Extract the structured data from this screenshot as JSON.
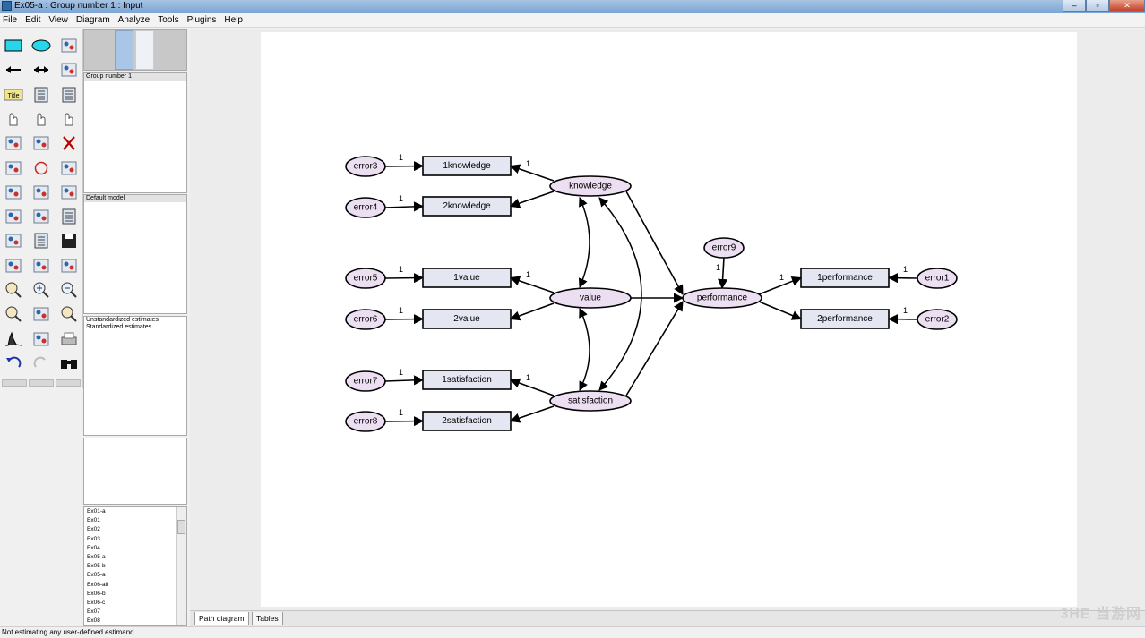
{
  "window": {
    "title": "Ex05-a : Group number 1 : Input"
  },
  "menu": [
    "File",
    "Edit",
    "View",
    "Diagram",
    "Analyze",
    "Tools",
    "Plugins",
    "Help"
  ],
  "panels": {
    "groups": {
      "items": [
        "Group number 1"
      ]
    },
    "models": {
      "items": [
        "Default model"
      ]
    },
    "estimates": {
      "items": [
        "Unstandardized estimates",
        "Standardized estimates"
      ]
    },
    "files": {
      "items": [
        "Ex01-a",
        "Ex01",
        "Ex02",
        "Ex03",
        "Ex04",
        "Ex05-a",
        "Ex05-b",
        "Ex05-a",
        "Ex06-all",
        "Ex06-b",
        "Ex06-c",
        "Ex07",
        "Ex08"
      ]
    }
  },
  "tabs": {
    "path_diagram": "Path diagram",
    "tables": "Tables"
  },
  "status": "Not estimating any user-defined estimand.",
  "watermark": "3HE 当游网",
  "colors": {
    "observed_fill": "#e4e6f2",
    "latent_fill": "#ecdff2",
    "toolbar_cyan": "#27d6e9"
  },
  "diagram": {
    "observed": [
      "1knowledge",
      "2knowledge",
      "1value",
      "2value",
      "1satisfaction",
      "2satisfaction",
      "1performance",
      "2performance"
    ],
    "latent": [
      "knowledge",
      "value",
      "satisfaction",
      "performance"
    ],
    "errors": [
      "error3",
      "error4",
      "error5",
      "error6",
      "error7",
      "error8",
      "error9",
      "error1",
      "error2"
    ],
    "fixed_coefficient": "1"
  },
  "toolbox": {
    "tools": [
      "rectangle-icon",
      "ellipse-icon",
      "indicator-icon",
      "single-arrow-icon",
      "double-arrow-icon",
      "unique-variable-icon",
      "title-icon",
      "list-variables-icon",
      "list-data-icon",
      "select-one-icon",
      "select-all-icon",
      "deselect-icon",
      "duplicate-icon",
      "move-icon",
      "erase-icon",
      "shape-icon",
      "rotate-icon",
      "reflect-icon",
      "move-parameters-icon",
      "scroll-icon",
      "touch-up-icon",
      "data-files-icon",
      "analysis-properties-icon",
      "calculate-icon",
      "copy-icon",
      "text-output-icon",
      "save-icon",
      "object-properties-icon",
      "drag-properties-icon",
      "preserve-symmetry-icon",
      "zoom-select-icon",
      "zoom-in-icon",
      "zoom-out-icon",
      "full-page-icon",
      "fit-page-icon",
      "magnify-icon",
      "bayesian-icon",
      "multiple-group-icon",
      "print-icon",
      "undo-icon",
      "redo-icon",
      "search-icon"
    ]
  }
}
